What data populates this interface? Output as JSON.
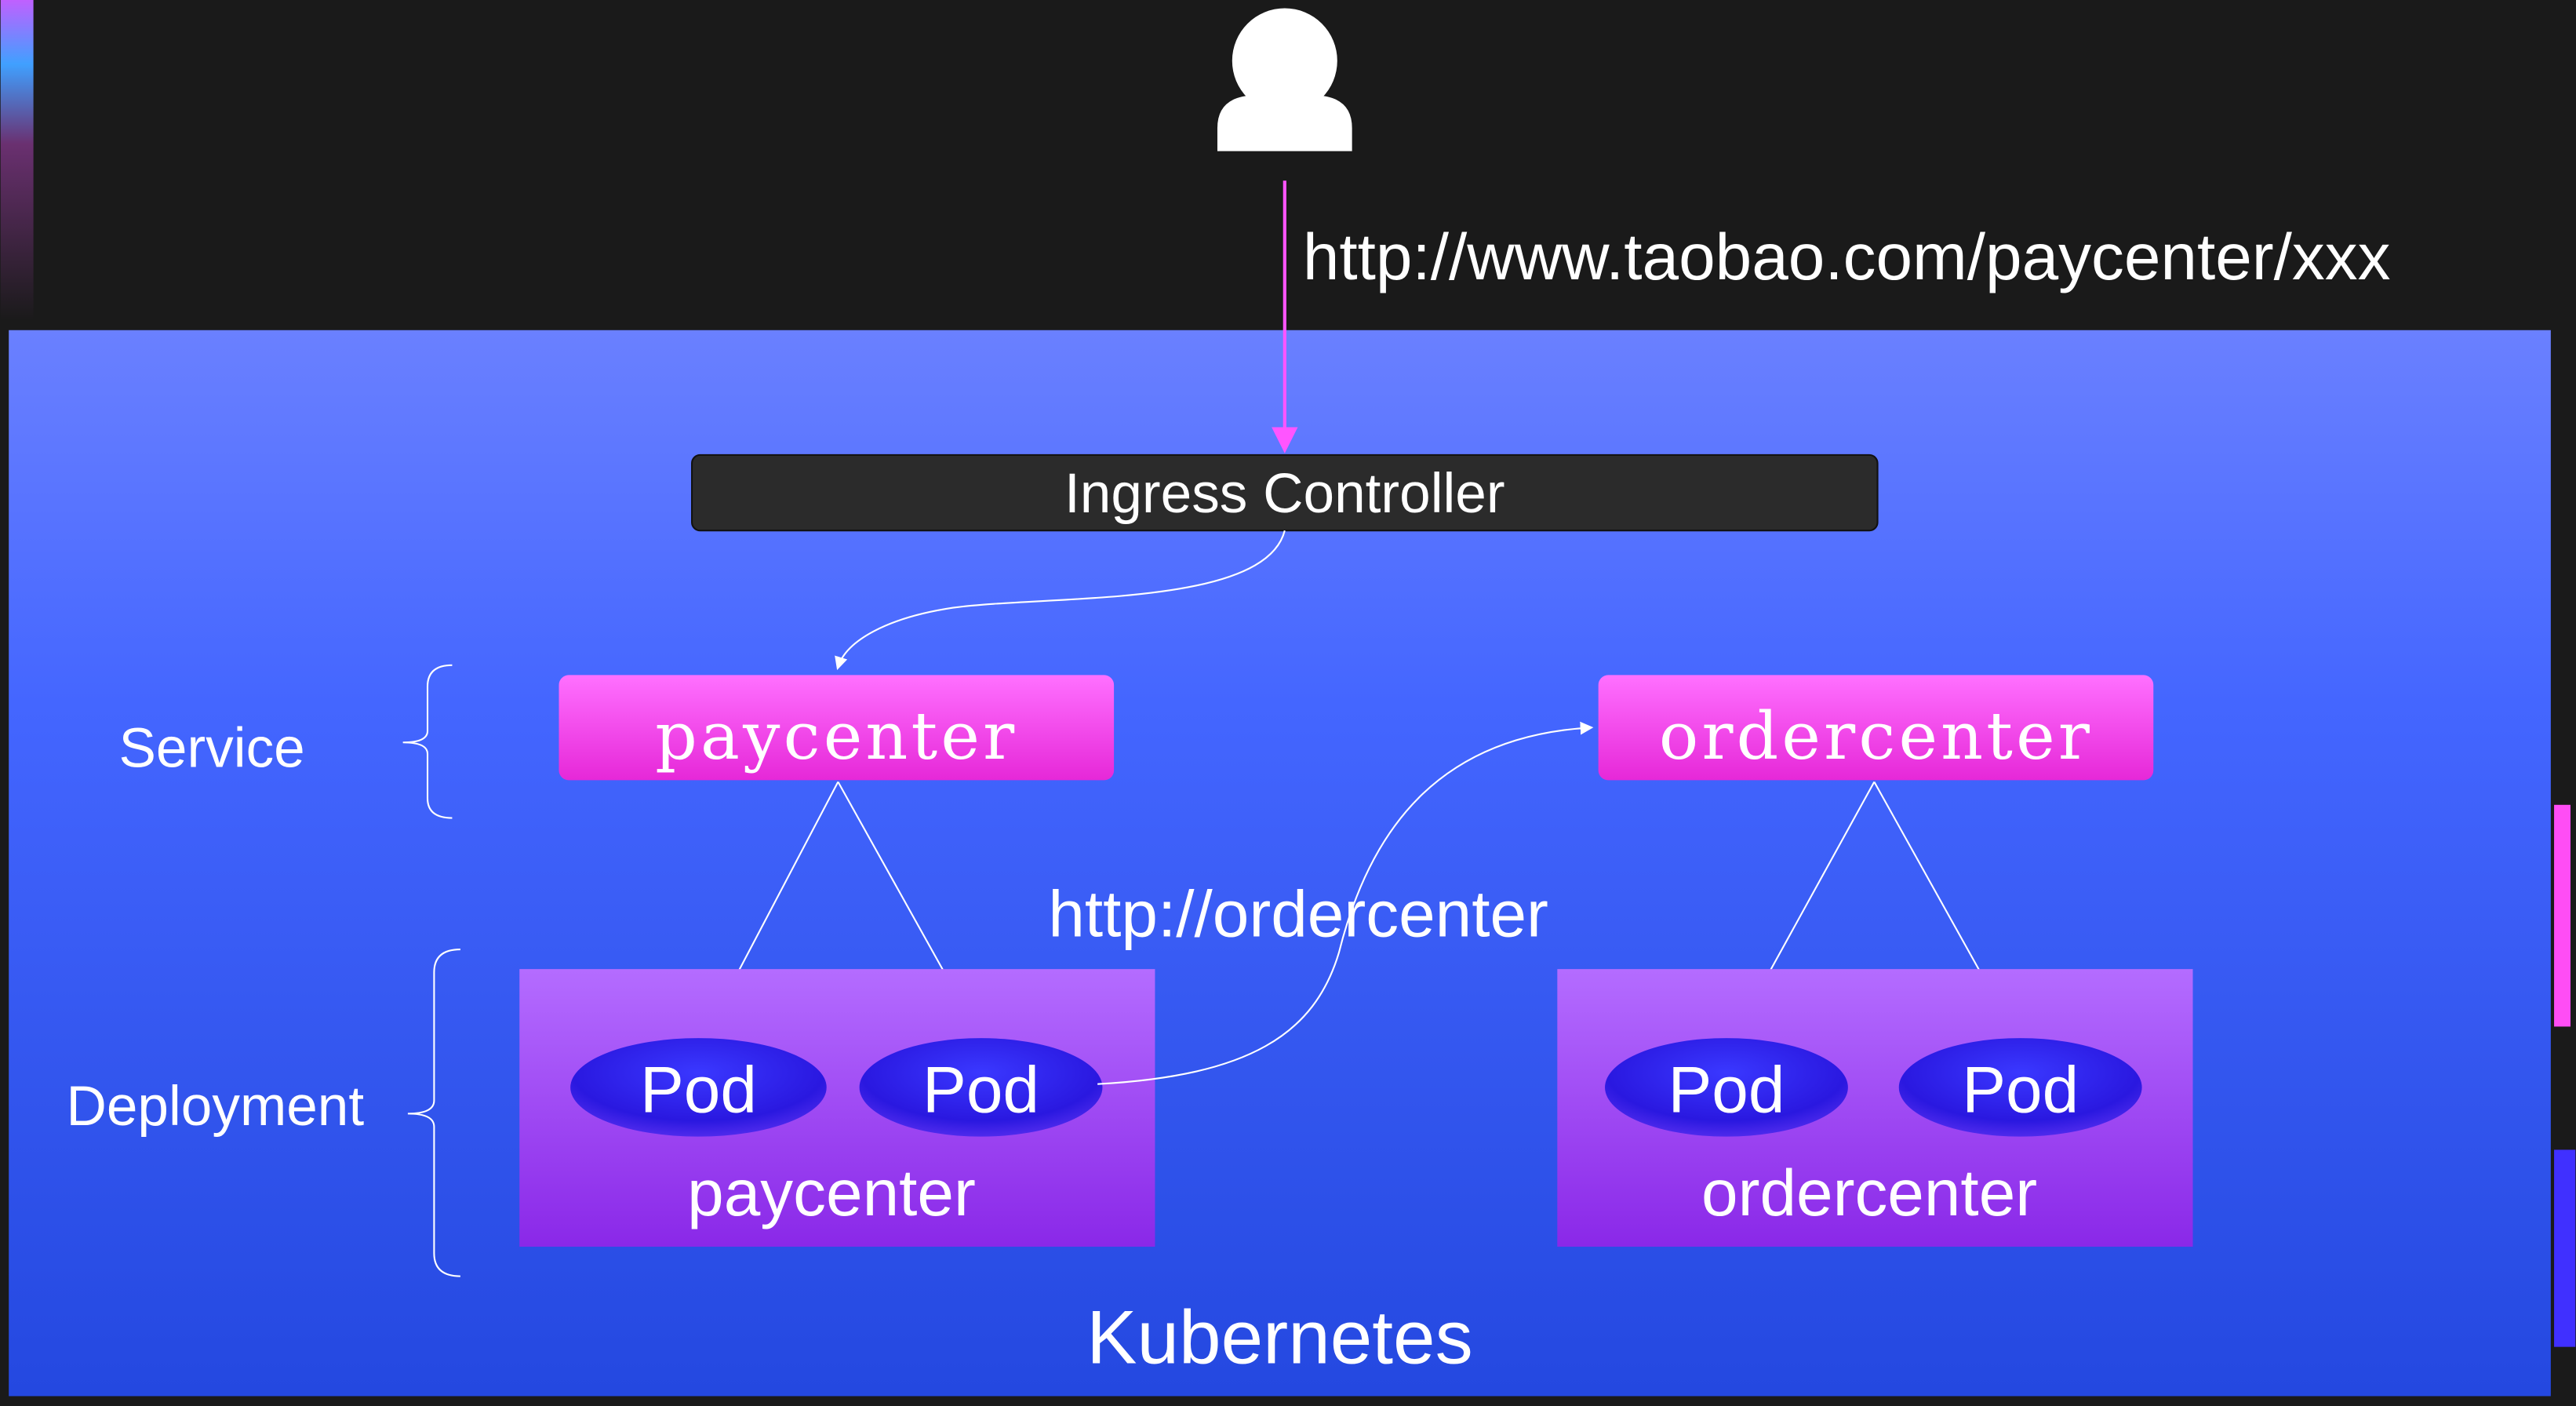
{
  "request_url": "http://www.taobao.com/paycenter/xxx",
  "ingress": {
    "label": "Ingress Controller"
  },
  "labels": {
    "service": "Service",
    "deployment": "Deployment",
    "cluster": "Kubernetes"
  },
  "internal_url": "http://ordercenter",
  "services": [
    {
      "name": "paycenter",
      "pods": [
        "Pod",
        "Pod"
      ],
      "deployment": "paycenter"
    },
    {
      "name": "ordercenter",
      "pods": [
        "Pod",
        "Pod"
      ],
      "deployment": "ordercenter"
    }
  ],
  "colors": {
    "background": "#1a1a1a",
    "panel_top": "#6a80ff",
    "panel_bottom": "#2448e0",
    "service": "#f040f0",
    "deployment": "#9a3cf0",
    "pod": "#2a1ee0",
    "arrow": "#ff55ff"
  },
  "icons": {
    "user": "user-icon"
  }
}
